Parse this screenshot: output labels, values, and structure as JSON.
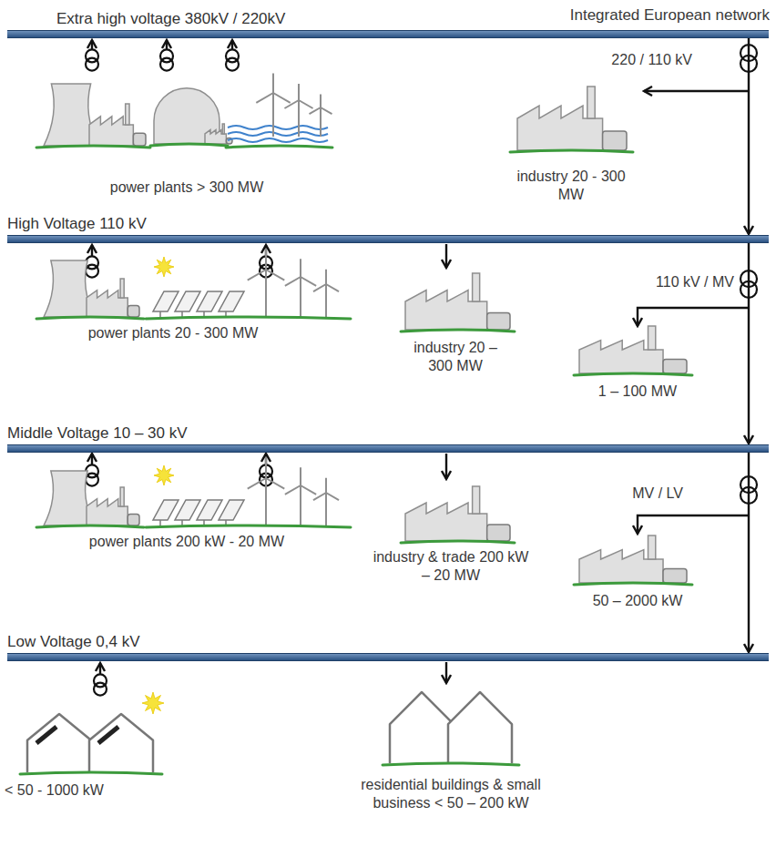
{
  "diagram": {
    "nodes": [
      {
        "text": [
          "Extra high voltage 380kV / 220kV"
        ]
      },
      {
        "text": [
          "High Voltage 110 kV"
        ]
      },
      {
        "text": [
          "Middle Voltage 10 – 30 kV"
        ]
      },
      {
        "text": [
          "Low Voltage 0,4 kV"
        ]
      }
    ],
    "edges": [
      {
        "from": 0,
        "to": 1,
        "arrow": "to",
        "label": "220 / 110 kV"
      },
      {
        "from": 1,
        "to": 2,
        "arrow": "to",
        "label": "110 kV / MV"
      },
      {
        "from": 2,
        "to": 3,
        "arrow": "to",
        "label": "MV / LV"
      }
    ],
    "labels": [
      "Integrated European network",
      "power plants > 300 MW",
      "industry 20 - 300 MW",
      "power plants 20 - 300 MW",
      "industry 20 – 300 MW",
      "1 – 100 MW",
      "power plants 200 kW - 20 MW",
      "industry & trade 200 kW – 20 MW",
      "50 – 2000 kW",
      "< 50 - 1000 kW",
      "residential buildings & small business < 50 – 200 kW"
    ]
  }
}
